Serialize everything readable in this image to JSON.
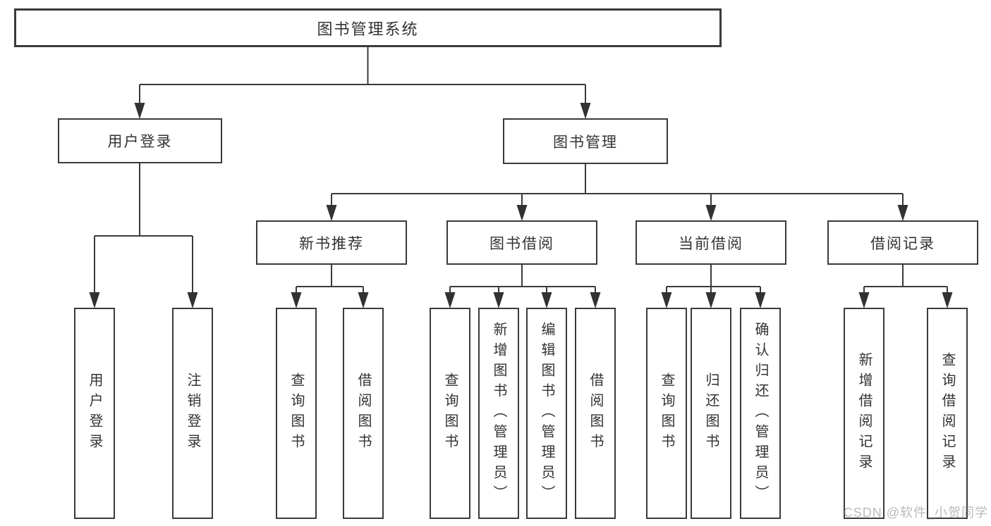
{
  "diagram": {
    "root": "图书管理系统",
    "level2": {
      "user_login": {
        "label": "用户登录",
        "children": [
          "用户登录",
          "注销登录"
        ]
      },
      "book_management": {
        "label": "图书管理"
      }
    },
    "modules": {
      "new_book_recommend": {
        "label": "新书推荐",
        "children": [
          "查询图书",
          "借阅图书"
        ]
      },
      "book_borrow": {
        "label": "图书借阅",
        "children": [
          "查询图书",
          "新增图书（管理员）",
          "编辑图书（管理员）",
          "借阅图书"
        ]
      },
      "current_borrow": {
        "label": "当前借阅",
        "children": [
          "查询图书",
          "归还图书",
          "确认归还（管理员）"
        ]
      },
      "borrow_records": {
        "label": "借阅记录",
        "children": [
          "新增借阅记录",
          "查询借阅记录"
        ]
      }
    },
    "colors": {
      "line": "#3a3a3a",
      "arrow": "#323232",
      "text": "#333333",
      "box_fill": "#ffffff",
      "watermark": "#b5b5b5"
    }
  },
  "watermark": "CSDN @软件_小贺同学"
}
